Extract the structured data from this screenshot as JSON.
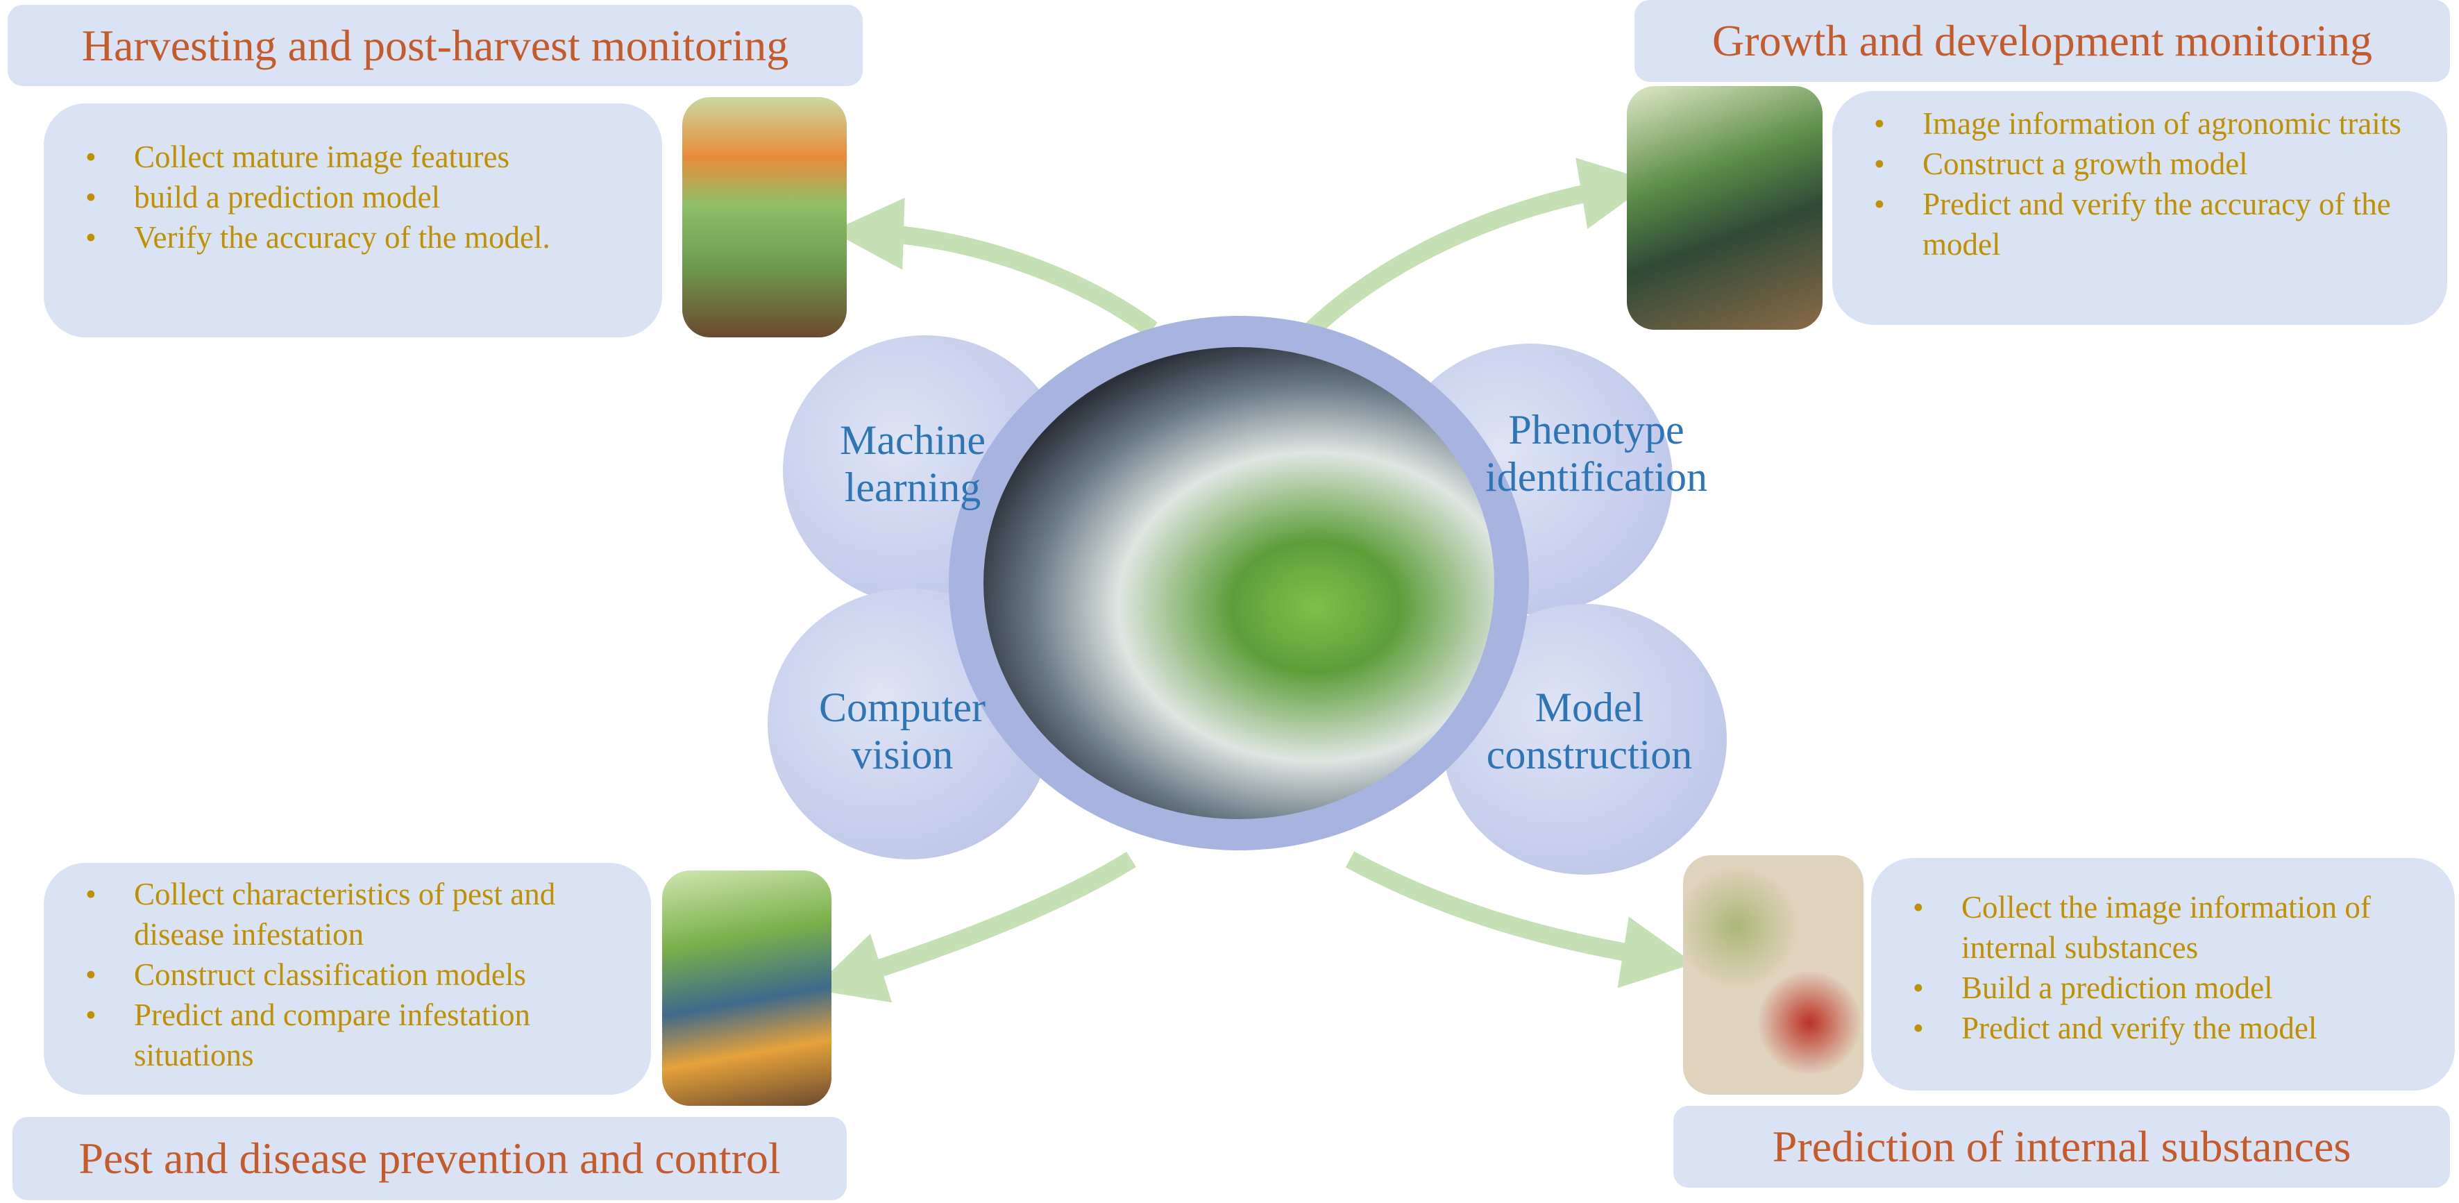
{
  "center": {
    "labels": {
      "machine_learning": [
        "Machine",
        "learning"
      ],
      "phenotype": [
        "Phenotype",
        "identification"
      ],
      "computer_vision": [
        "Computer",
        "vision"
      ],
      "model_construction": [
        "Model",
        "construction"
      ]
    }
  },
  "panels": {
    "harvest": {
      "title": "Harvesting and post-harvest monitoring",
      "items": [
        "Collect mature image features",
        "build a prediction model",
        "Verify the accuracy of the model."
      ]
    },
    "growth": {
      "title": "Growth and development monitoring",
      "items": [
        "Image information of agronomic traits",
        "Construct a growth model",
        "Predict and verify the accuracy of the model"
      ]
    },
    "pest": {
      "title": "Pest and disease prevention and control",
      "items": [
        "Collect characteristics of pest and disease infestation",
        "Construct classification models",
        "Predict and compare infestation situations"
      ]
    },
    "internal": {
      "title": "Prediction of internal substances",
      "items": [
        "Collect the image information of internal substances",
        "Build a prediction model",
        "Predict and verify the model"
      ]
    }
  },
  "colors": {
    "title": "#c55a2b",
    "bullet_text": "#bf9000",
    "label": "#2e75b6",
    "box": "#dae3f3",
    "arrow": "#c5e0b4"
  }
}
